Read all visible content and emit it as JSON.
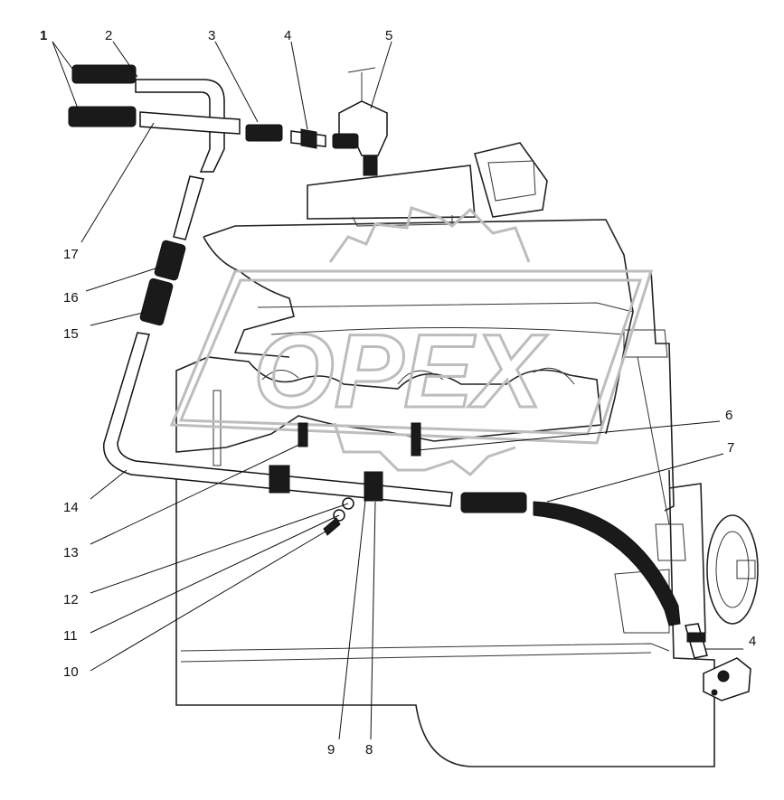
{
  "watermark": {
    "text": "OPEX"
  },
  "callouts": [
    {
      "id": "c1",
      "label": "1"
    },
    {
      "id": "c2",
      "label": "2"
    },
    {
      "id": "c3",
      "label": "3"
    },
    {
      "id": "c4a",
      "label": "4"
    },
    {
      "id": "c5",
      "label": "5"
    },
    {
      "id": "c6",
      "label": "6"
    },
    {
      "id": "c7",
      "label": "7"
    },
    {
      "id": "c8",
      "label": "8"
    },
    {
      "id": "c9",
      "label": "9"
    },
    {
      "id": "c10",
      "label": "10"
    },
    {
      "id": "c11",
      "label": "11"
    },
    {
      "id": "c12",
      "label": "12"
    },
    {
      "id": "c13",
      "label": "13"
    },
    {
      "id": "c14",
      "label": "14"
    },
    {
      "id": "c15",
      "label": "15"
    },
    {
      "id": "c16",
      "label": "16"
    },
    {
      "id": "c17",
      "label": "17"
    },
    {
      "id": "c4b",
      "label": "4"
    }
  ]
}
